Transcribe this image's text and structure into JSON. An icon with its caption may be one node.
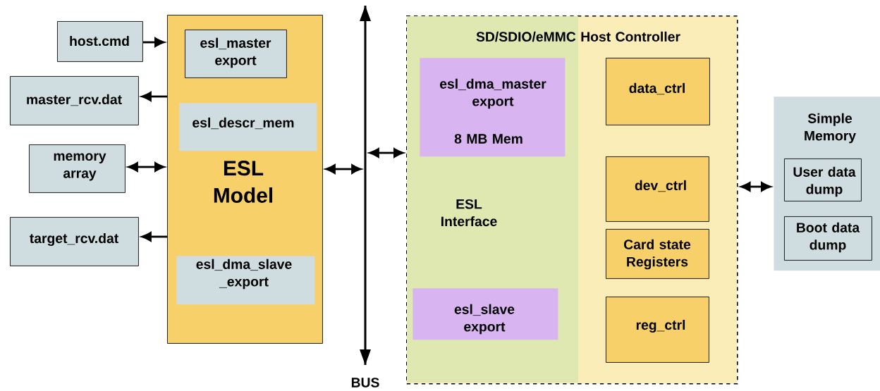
{
  "diagram": {
    "nodes": [
      {
        "text": [
          "host.cmd"
        ]
      },
      {
        "text": [
          "master_rcv.dat"
        ]
      },
      {
        "text": [
          "memory array"
        ]
      },
      {
        "text": [
          "target_rcv.dat"
        ]
      },
      {
        "text": [
          "ESL Model"
        ]
      },
      {
        "text": [
          "esl_master export"
        ],
        "in": 4
      },
      {
        "text": [
          "esl_descr_mem"
        ],
        "in": 4
      },
      {
        "text": [
          "esl_dma_slave _export"
        ],
        "in": 4
      },
      {
        "text": [
          "BUS"
        ]
      },
      {
        "text": [
          "SD/SDIO/eMMC Host Controller"
        ]
      },
      {
        "text": [
          "ESL Interface"
        ],
        "in": 9
      },
      {
        "text": [
          "esl_dma_master export",
          "8 MB Mem"
        ],
        "in": 9
      },
      {
        "text": [
          "esl_slave export"
        ],
        "in": 9
      },
      {
        "text": [
          "data_ctrl"
        ],
        "in": 9
      },
      {
        "text": [
          "dev_ctrl"
        ],
        "in": 9
      },
      {
        "text": [
          "Card state Registers"
        ],
        "in": 9
      },
      {
        "text": [
          "reg_ctrl"
        ],
        "in": 9
      },
      {
        "text": [
          "Simple Memory"
        ]
      },
      {
        "text": [
          "User data dump"
        ],
        "in": 17
      },
      {
        "text": [
          "Boot data dump"
        ],
        "in": 17
      }
    ],
    "edges": [
      {
        "from": 0,
        "to": 4,
        "arrow": "to"
      },
      {
        "from": 4,
        "to": 1,
        "arrow": "to"
      },
      {
        "from": 2,
        "to": 4,
        "arrow": "both"
      },
      {
        "from": 4,
        "to": 3,
        "arrow": "to"
      },
      {
        "from": 4,
        "to": 8,
        "arrow": "both"
      },
      {
        "from": 8,
        "to": 9,
        "arrow": "both"
      },
      {
        "from": 9,
        "to": 17,
        "arrow": "both"
      }
    ]
  }
}
